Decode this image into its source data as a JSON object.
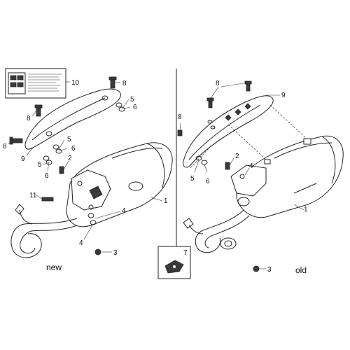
{
  "variants": {
    "left": "new",
    "right": "old"
  },
  "callouts": {
    "left": {
      "c1": "1",
      "c2": "2",
      "c3": "3",
      "c4a": "4",
      "c4b": "4",
      "c5a": "5",
      "c5b": "5",
      "c6a": "6",
      "c6b": "6",
      "c8a": "8",
      "c8b": "8",
      "c8c": "8",
      "c9": "9",
      "c10": "10",
      "c11": "11"
    },
    "right": {
      "c1": "1",
      "c2": "2",
      "c3": "3",
      "c4": "4",
      "c5": "5",
      "c6": "6",
      "c8a": "8",
      "c8b": "8",
      "c9": "9"
    },
    "center": {
      "c7": "7"
    }
  },
  "colors": {
    "line": "#222222",
    "background": "#ffffff",
    "fill_dark": "#3a3a3a"
  }
}
